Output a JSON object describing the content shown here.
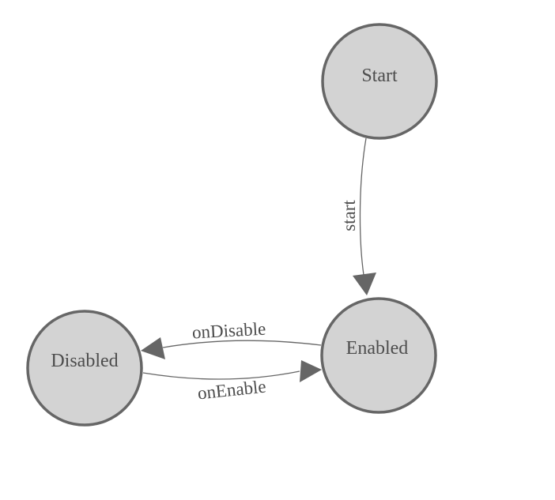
{
  "diagram": {
    "background_color": "#ffffff",
    "node_fill_color": "#d3d3d3",
    "node_border_color": "#666666",
    "edge_color": "#666666",
    "label_color": "#4d4d4d",
    "nodes": [
      {
        "label": "Start"
      },
      {
        "label": "Enabled"
      },
      {
        "label": "Disabled"
      }
    ],
    "edges": [
      {
        "from": "Start",
        "to": "Enabled",
        "label": "start"
      },
      {
        "from": "Enabled",
        "to": "Disabled",
        "label": "onDisable"
      },
      {
        "from": "Disabled",
        "to": "Enabled",
        "label": "onEnable"
      }
    ]
  }
}
